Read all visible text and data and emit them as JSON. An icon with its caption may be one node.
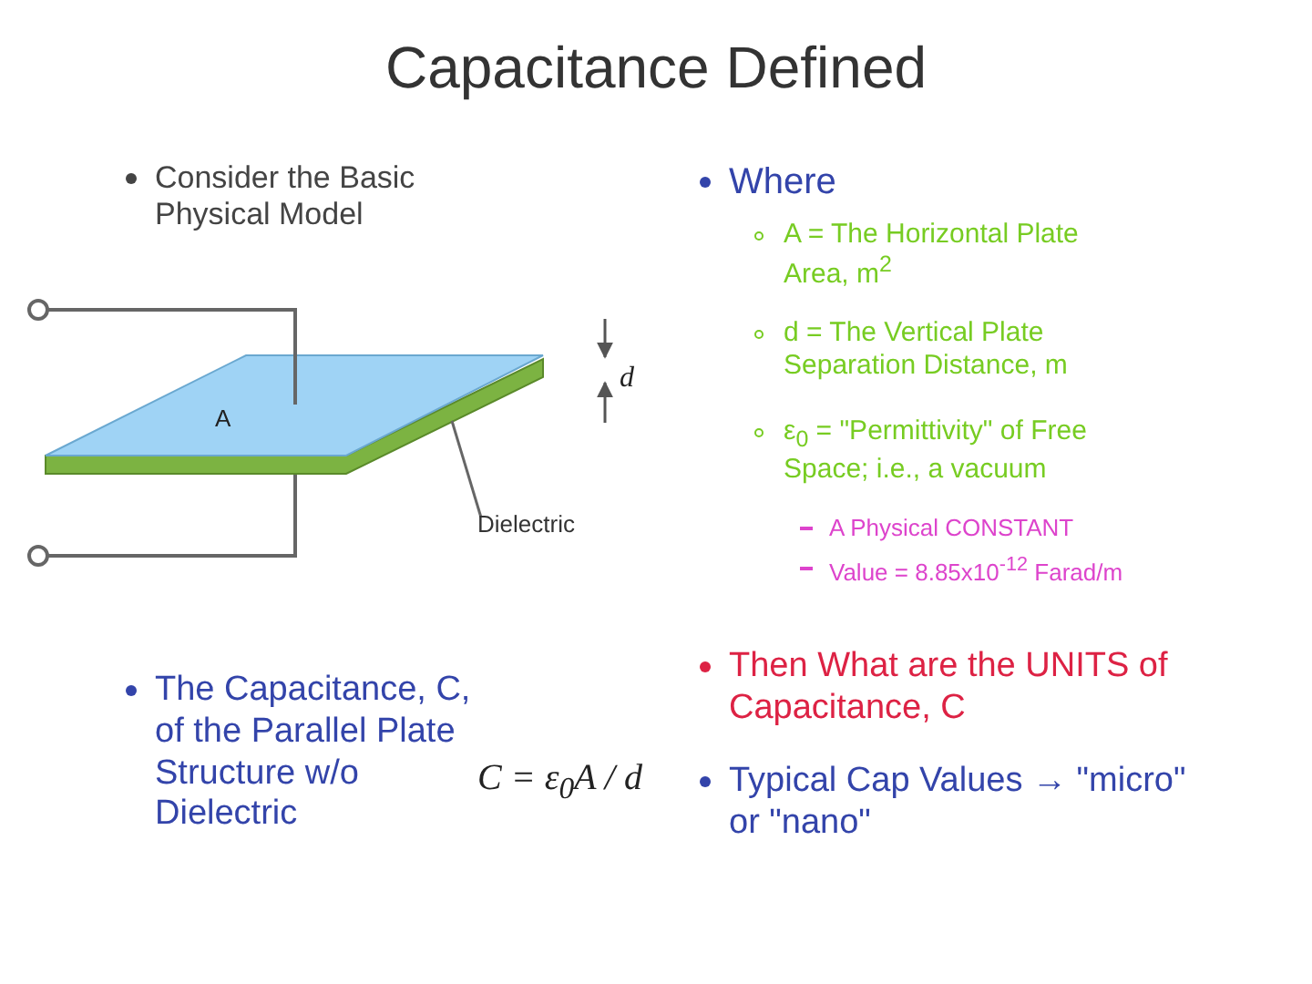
{
  "diagram": {
    "title": "Capacitance Defined",
    "nodes": [
      {
        "text": [
          "Dielectric"
        ]
      },
      {
        "text": [],
        "shape": "bar"
      }
    ],
    "edges": [
      {
        "from": 0,
        "to": 1,
        "arrow": "none"
      }
    ],
    "labels": [
      "Consider the Basic Physical Model",
      "A",
      "d",
      "The Capacitance, C, of the Parallel Plate Structure w/o Dielectric",
      "C = ε$_{0}$A / d",
      "Where",
      "A = The Horizontal Plate Area, m$^{2}$",
      "d = The Vertical Plate Separation Distance, m",
      "ε$_{0}$ = \"Permittivity\" of Free Space; i.e., a vacuum",
      "A Physical CONSTANT",
      "Value = 8.85x10$^{-12}$ Farad/m",
      "Then What are the UNITS of Capacitance, C",
      "Typical Cap Values → \"micro\" or \"nano\""
    ]
  }
}
